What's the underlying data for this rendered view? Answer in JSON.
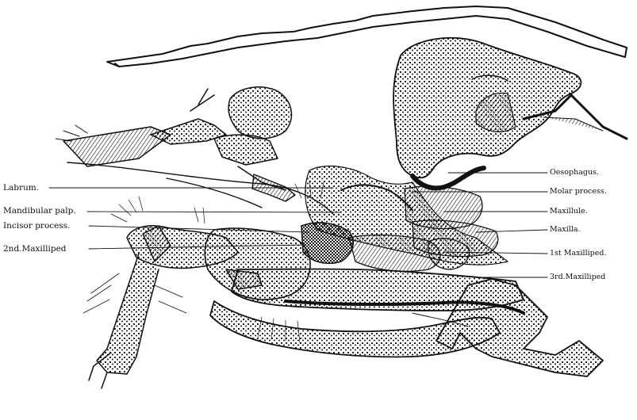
{
  "labels": {
    "left": {
      "labrum": "Labrum.",
      "mandibular_palp": "Mandibular palp.",
      "incisor_process": "Incisor process.",
      "second_maxilliped": "2nd.Maxilliped"
    },
    "right": {
      "oesophagus": "Oesophagus.",
      "molar_process": "Molar process.",
      "maxillule": "Maxillule.",
      "maxilla": "Maxilla.",
      "first_maxilliped": "1st Maxilliped.",
      "third_maxilliped": "3rd.Maxilliped"
    }
  },
  "colors": {
    "ink": "#111111",
    "paper": "#ffffff"
  }
}
